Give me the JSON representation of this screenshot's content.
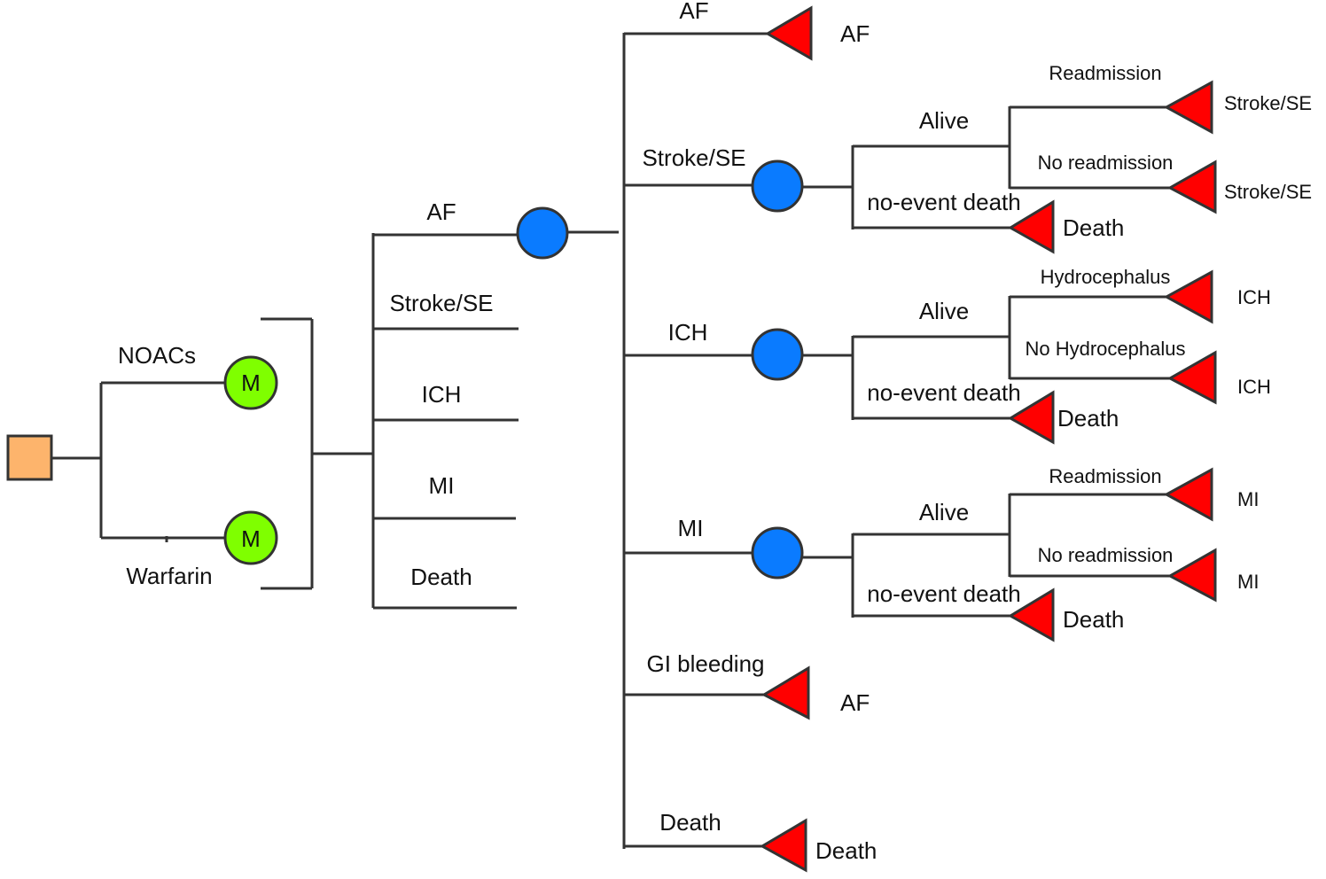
{
  "colors": {
    "decision_node": "#FDB46C",
    "markov_node": "#7FFF00",
    "chance_node": "#0A7BFF",
    "terminal_node": "#FF0000",
    "line": "#333333"
  },
  "icons": {
    "decision": "square-decision-node",
    "markov": "circle-markov-node",
    "chance": "circle-chance-node",
    "terminal": "triangle-terminal-node"
  },
  "strategies": {
    "noacs": "NOACs",
    "warfarin": "Warfarin",
    "markov_symbol": "M"
  },
  "markov_states": [
    "AF",
    "Stroke/SE",
    "ICH",
    "MI",
    "Death"
  ],
  "af_transitions": [
    "AF",
    "Stroke/SE",
    "ICH",
    "MI",
    "GI bleeding",
    "Death"
  ],
  "terminals": {
    "af_af": "AF",
    "gi_af": "AF",
    "death_death": "Death"
  },
  "sub_trees": {
    "stroke": {
      "alive": "Alive",
      "no_event_death": "no-event death",
      "branch_a": "Readmission",
      "branch_b": "No readmission",
      "term_a": "Stroke/SE",
      "term_b": "Stroke/SE",
      "term_death": "Death"
    },
    "ich": {
      "alive": "Alive",
      "no_event_death": "no-event death",
      "branch_a": "Hydrocephalus",
      "branch_b": "No Hydrocephalus",
      "term_a": "ICH",
      "term_b": "ICH",
      "term_death": "Death"
    },
    "mi": {
      "alive": "Alive",
      "no_event_death": "no-event death",
      "branch_a": "Readmission",
      "branch_b": "No readmission",
      "term_a": "MI",
      "term_b": "MI",
      "term_death": "Death"
    }
  }
}
